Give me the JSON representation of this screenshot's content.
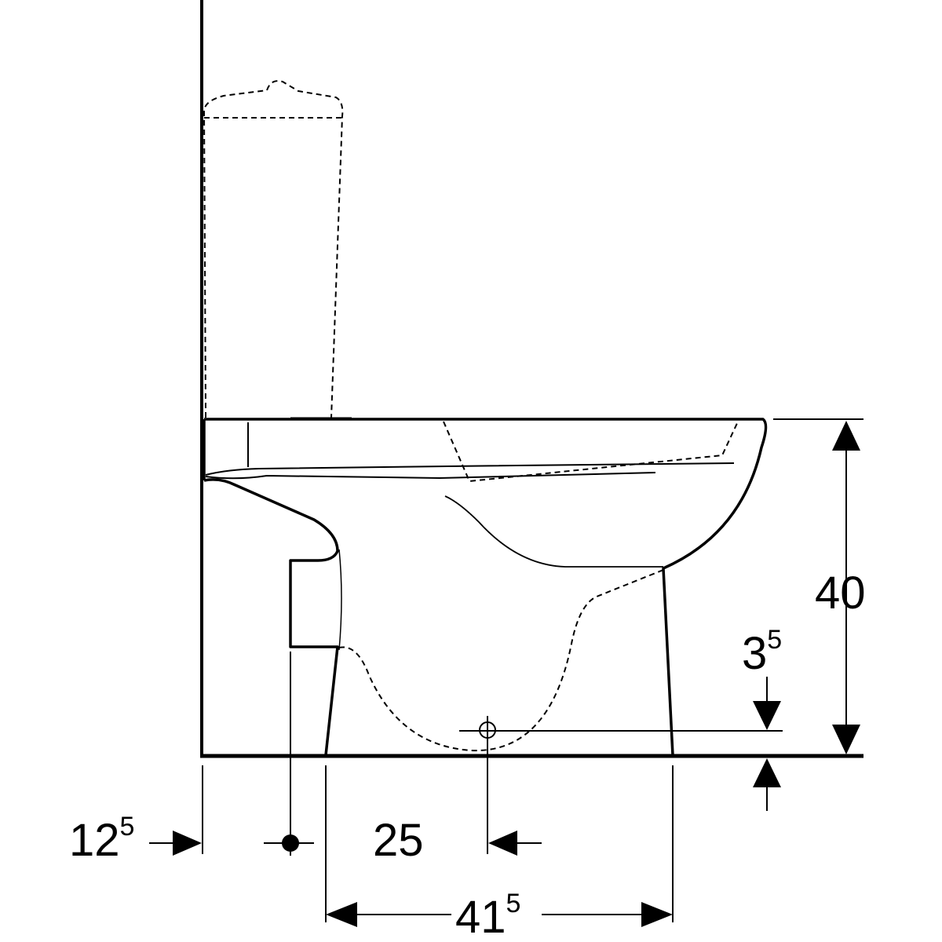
{
  "drawing": {
    "title": "Toilet side elevation",
    "dimensions": {
      "wall_offset": {
        "main": "12",
        "sup": "5"
      },
      "outlet_distance": {
        "main": "25"
      },
      "foot_length": {
        "main": "41",
        "sup": "5"
      },
      "height": {
        "main": "40"
      },
      "outlet_height": {
        "main": "3",
        "sup": "5"
      }
    }
  }
}
